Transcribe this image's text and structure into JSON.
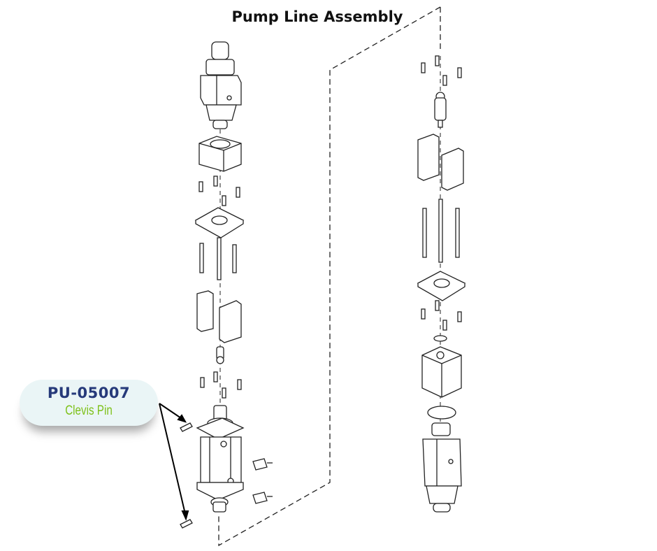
{
  "title": "Pump Line Assembly",
  "callout": {
    "part_number": "PU-05007",
    "part_name": "Clevis Pin"
  },
  "colors": {
    "part_number": "#263a7a",
    "part_name": "#7ec11a",
    "callout_bg": "#eaf5f6"
  }
}
